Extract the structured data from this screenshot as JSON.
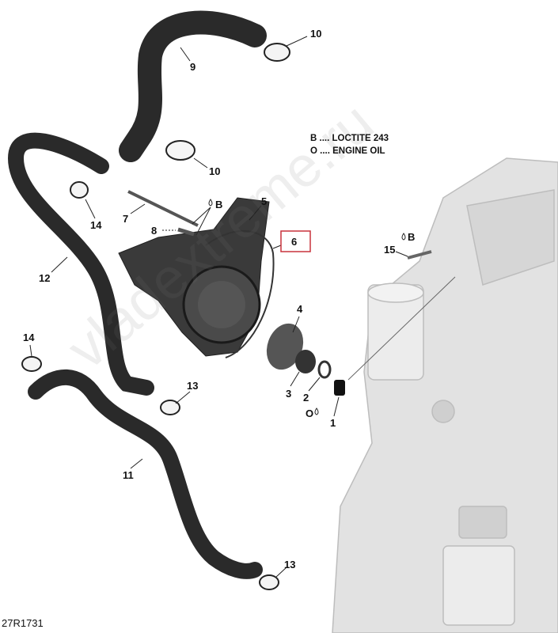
{
  "legend": [
    {
      "code": "B",
      "text": "B .... LOCTITE 243"
    },
    {
      "code": "O",
      "text": "O .... ENGINE OIL"
    }
  ],
  "callouts": {
    "c10a": "10",
    "c9": "9",
    "c10b": "10",
    "c14a": "14",
    "c7": "7",
    "cB1": "B",
    "c5": "5",
    "c8": "8",
    "c6": "6",
    "c15": "15",
    "cB2": "B",
    "c12": "12",
    "c14b": "14",
    "c4": "4",
    "c13a": "13",
    "c3": "3",
    "c2": "2",
    "c1": "1",
    "cO": "O",
    "c11": "11",
    "c13b": "13"
  },
  "highlighted_part": "6",
  "reference": "27R1731",
  "watermark": "vladextreme.ru",
  "colors": {
    "highlight": "#c8323c",
    "hose": "#2a2a2a",
    "engine": "#d9d9d9"
  }
}
